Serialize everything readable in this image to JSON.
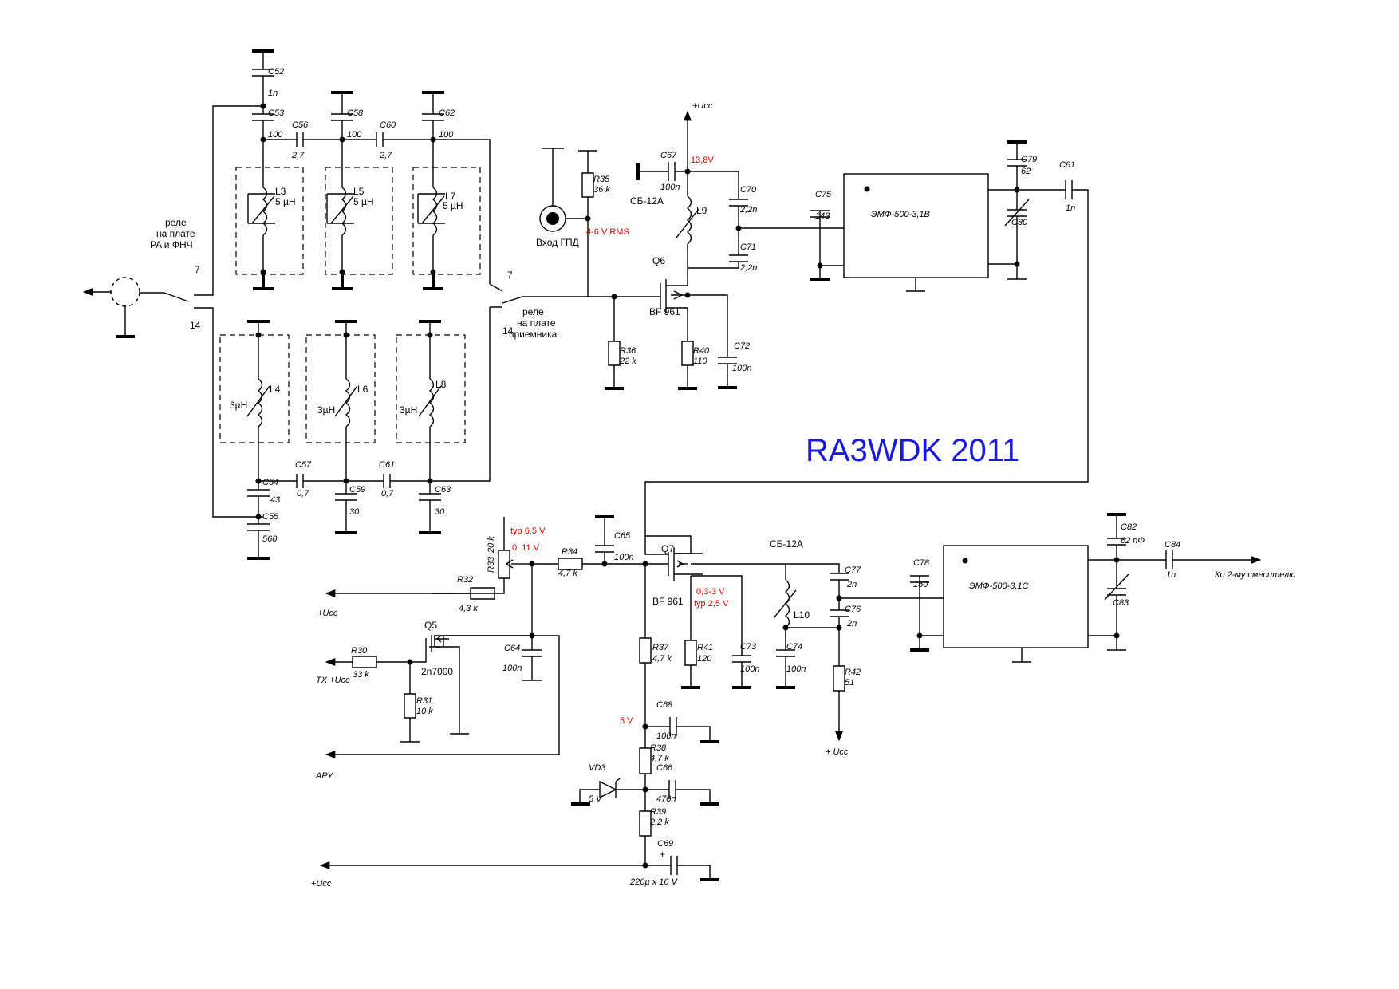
{
  "title": "RA3WDK 2011",
  "relay1": {
    "l1": "реле",
    "l2": "на плате",
    "l3": "PA и ФНЧ",
    "pin_a": "7",
    "pin_b": "14"
  },
  "relay2": {
    "l1": "реле",
    "l2": "на плате",
    "l3": "приемника",
    "pin_a": "7",
    "pin_b": "14"
  },
  "labels": {
    "ucc1": "+Ucc",
    "ucc2": "+Ucc",
    "ucc3": "+ Ucc",
    "ucc4": "+Ucc",
    "tx_ucc": "TX +Ucc",
    "agc": "АРУ",
    "gpd_input": "Вход ГПД",
    "gpd_level": "4-6 V RMS",
    "v13": "13,8V",
    "v5": "5 V",
    "typ65": "typ 6.5 V",
    "range011": "0..11 V",
    "range03": "0,3-3 V",
    "typ25": "typ 2,5 V",
    "out_mixer": "Ко 2-му смесителю",
    "cb12a_1": "СБ-12А",
    "cb12a_2": "СБ-12А",
    "filter1": "ЭМФ-500-3,1В",
    "filter2": "ЭМФ-500-3,1С"
  },
  "components": {
    "C52": {
      "ref": "C52",
      "val": "1n"
    },
    "C53": {
      "ref": "C53",
      "val": "100"
    },
    "C56": {
      "ref": "C56",
      "val": "2,7"
    },
    "C58": {
      "ref": "C58",
      "val": "100"
    },
    "C60": {
      "ref": "C60",
      "val": "2,7"
    },
    "C62": {
      "ref": "C62",
      "val": "100"
    },
    "L3": {
      "ref": "L3",
      "val": "5 µH"
    },
    "L5": {
      "ref": "L5",
      "val": "5 µH"
    },
    "L7": {
      "ref": "L7",
      "val": "5 µH"
    },
    "L4": {
      "ref": "L4",
      "val": "3µH"
    },
    "L6": {
      "ref": "L6",
      "val": "3µH"
    },
    "L8": {
      "ref": "L8",
      "val": "3µH"
    },
    "C54": {
      "ref": "C54",
      "val": "43"
    },
    "C55": {
      "ref": "C55",
      "val": "560"
    },
    "C57": {
      "ref": "C57",
      "val": "0,7"
    },
    "C59": {
      "ref": "C59",
      "val": "30"
    },
    "C61": {
      "ref": "C61",
      "val": "0,7"
    },
    "C63": {
      "ref": "C63",
      "val": "30"
    },
    "R35": {
      "ref": "R35",
      "val": "36 k"
    },
    "C67": {
      "ref": "C67",
      "val": "100n"
    },
    "L9": {
      "ref": "L9",
      "val": ""
    },
    "C70": {
      "ref": "C70",
      "val": "2,2n"
    },
    "C71": {
      "ref": "C71",
      "val": "2,2n"
    },
    "Q6": {
      "ref": "Q6",
      "val": "BF 961"
    },
    "R36": {
      "ref": "R36",
      "val": "22 k"
    },
    "R40": {
      "ref": "R40",
      "val": "110"
    },
    "C72": {
      "ref": "C72",
      "val": "100n"
    },
    "C75": {
      "ref": "C75",
      "val": "143"
    },
    "C79": {
      "ref": "C79",
      "val": "62"
    },
    "C80": {
      "ref": "C80",
      "val": ""
    },
    "C81": {
      "ref": "C81",
      "val": "1n"
    },
    "R33": {
      "ref": "R33",
      "val": "20 k"
    },
    "R34": {
      "ref": "R34",
      "val": "4,7 k"
    },
    "R32": {
      "ref": "R32",
      "val": "4,3 k"
    },
    "C65": {
      "ref": "C65",
      "val": "100n"
    },
    "C64": {
      "ref": "C64",
      "val": "100n"
    },
    "Q5": {
      "ref": "Q5",
      "val": "2n7000"
    },
    "R30": {
      "ref": "R30",
      "val": "33 k"
    },
    "R31": {
      "ref": "R31",
      "val": "10 k"
    },
    "Q7": {
      "ref": "Q7",
      "val": "BF 961"
    },
    "R37": {
      "ref": "R37",
      "val": "4,7 k"
    },
    "R41": {
      "ref": "R41",
      "val": "120"
    },
    "C73": {
      "ref": "C73",
      "val": "100n"
    },
    "C74": {
      "ref": "C74",
      "val": "100n"
    },
    "L10": {
      "ref": "L10",
      "val": ""
    },
    "C77": {
      "ref": "C77",
      "val": "2n"
    },
    "C76": {
      "ref": "C76",
      "val": "2n"
    },
    "R42": {
      "ref": "R42",
      "val": "51"
    },
    "C78": {
      "ref": "C78",
      "val": "150"
    },
    "C82": {
      "ref": "C82",
      "val": "62 пФ"
    },
    "C83": {
      "ref": "C83",
      "val": ""
    },
    "C84": {
      "ref": "C84",
      "val": "1n"
    },
    "C68": {
      "ref": "C68",
      "val": "100n"
    },
    "R38": {
      "ref": "R38",
      "val": "4,7 k"
    },
    "VD3": {
      "ref": "VD3",
      "val": "5 V"
    },
    "C66": {
      "ref": "C66",
      "val": "470n"
    },
    "R39": {
      "ref": "R39",
      "val": "2,2 k"
    },
    "C69": {
      "ref": "C69",
      "val": "220µ x 16 V"
    }
  }
}
